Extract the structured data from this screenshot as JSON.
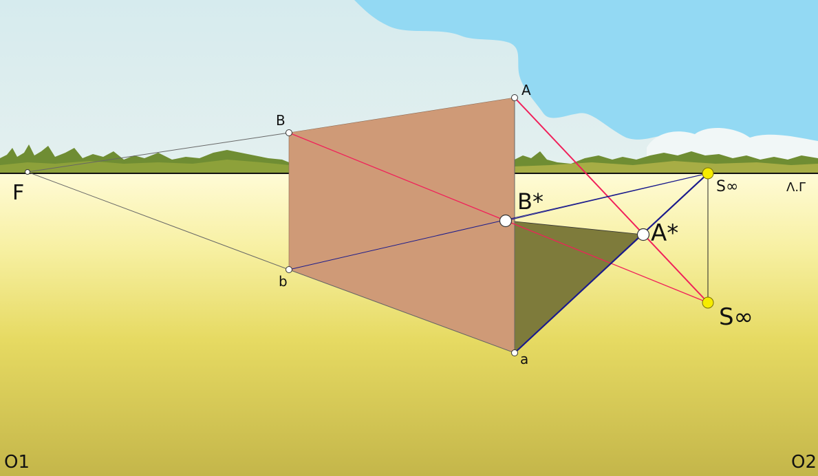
{
  "colors": {
    "sky_top": "#8fd8f2",
    "sky_haze": "#d9ecef",
    "cloud": "#dfeef0",
    "ground_top": "#fdfbd3",
    "ground_mid": "#eadf6a",
    "ground_bottom": "#c2b547",
    "treeline": "#6e8e2f",
    "plane_fill": "#cf9b77",
    "shadow_fill": "#7d7a3b",
    "projection_red": "#f0205a",
    "projection_blue": "#1c1c8c",
    "construction_gray": "#666666",
    "vanishing_point": "#f6ec00"
  },
  "labels": {
    "F": "F",
    "A": "A",
    "B": "B",
    "a": "a",
    "b": "b",
    "A_star": "A*",
    "B_star": "B*",
    "S_inf_horizon": "S∞",
    "S_inf_ground": "S∞",
    "horizon_line": "Λ.Γ",
    "O1": "O1",
    "O2": "O2"
  }
}
